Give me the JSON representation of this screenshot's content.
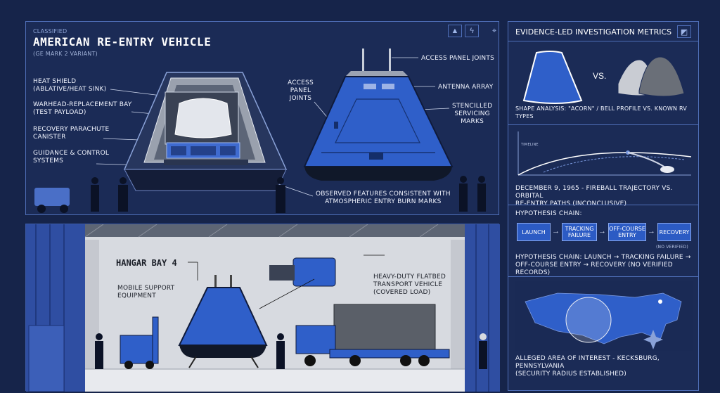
{
  "top": {
    "classification": "CLASSIFIED",
    "title": "AMERICAN RE-ENTRY VEHICLE",
    "subtitle": "(GE MARK 2 VARIANT)",
    "icons": [
      "triangle-badge-icon",
      "lightning-icon",
      "crosshair-icon"
    ],
    "cutaway_labels": [
      {
        "id": "heat-shield",
        "lines": [
          "HEAT SHIELD",
          "(ABLATIVE/HEAT SINK)"
        ]
      },
      {
        "id": "warhead-bay",
        "lines": [
          "WARHEAD-REPLACEMENT BAY",
          "(TEST PAYLOAD)"
        ]
      },
      {
        "id": "parachute",
        "lines": [
          "RECOVERY PARACHUTE",
          "CANISTER"
        ]
      },
      {
        "id": "guidance",
        "lines": [
          "GUIDANCE & CONTROL",
          "SYSTEMS"
        ]
      }
    ],
    "exterior_labels": {
      "access_panel_left": [
        "ACCESS",
        "PANEL",
        "JOINTS"
      ],
      "access_panel_joints": "ACCESS PANEL JOINTS",
      "antenna_array": "ANTENNA ARRAY",
      "stencilled": [
        "STENCILLED",
        "SERVICING",
        "MARKS"
      ],
      "burn_marks": [
        "OBSERVED FEATURES CONSISTENT WITH",
        "ATMOSPHERIC ENTRY BURN MARKS"
      ]
    }
  },
  "hangar": {
    "bay_label": "HANGAR BAY 4",
    "mobile_support": [
      "MOBILE SUPPORT",
      "EQUIPMENT"
    ],
    "flatbed": [
      "HEAVY-DUTY FLATBED",
      "TRANSPORT VEHICLE",
      "(COVERED LOAD)"
    ]
  },
  "metrics": {
    "header": "EVIDENCE-LED INVESTIGATION METRICS",
    "vs": "VS.",
    "shape_caption": "SHAPE ANALYSIS: \"ACORN\" / BELL PROFILE vs. KNOWN RV TYPES",
    "trajectory_tag": "TIMELINE",
    "trajectory_caption": [
      "DECEMBER 9, 1965 - FIREBALL TRAJECTORY vs. ORBITAL",
      "RE-ENTRY PATHS (INCONCLUSIVE)"
    ],
    "hypothesis_header": "HYPOTHESIS CHAIN:",
    "chain": [
      {
        "lines": [
          "LAUNCH"
        ]
      },
      {
        "lines": [
          "TRACKING",
          "FAILURE"
        ]
      },
      {
        "lines": [
          "OFF-COURSE",
          "ENTRY"
        ]
      },
      {
        "lines": [
          "RECOVERY"
        ]
      }
    ],
    "no_verified": "(NO VERIFIED)",
    "hypothesis_summary": [
      "HYPOTHESIS CHAIN: LAUNCH → TRACKING FAILURE →",
      "OFF-COURSE ENTRY → RECOVERY (NO VERIFIED RECORDS)"
    ],
    "map_caption": [
      "ALLEGED AREA OF INTEREST - KECKSBURG, PENNSYLVANIA",
      "(SECURITY RADIUS ESTABLISHED)"
    ]
  },
  "colors": {
    "navy": "#16244a",
    "panel": "#1b2b56",
    "accent_blue": "#2c5bc4",
    "hangar_floor": "#e4e6ea"
  }
}
